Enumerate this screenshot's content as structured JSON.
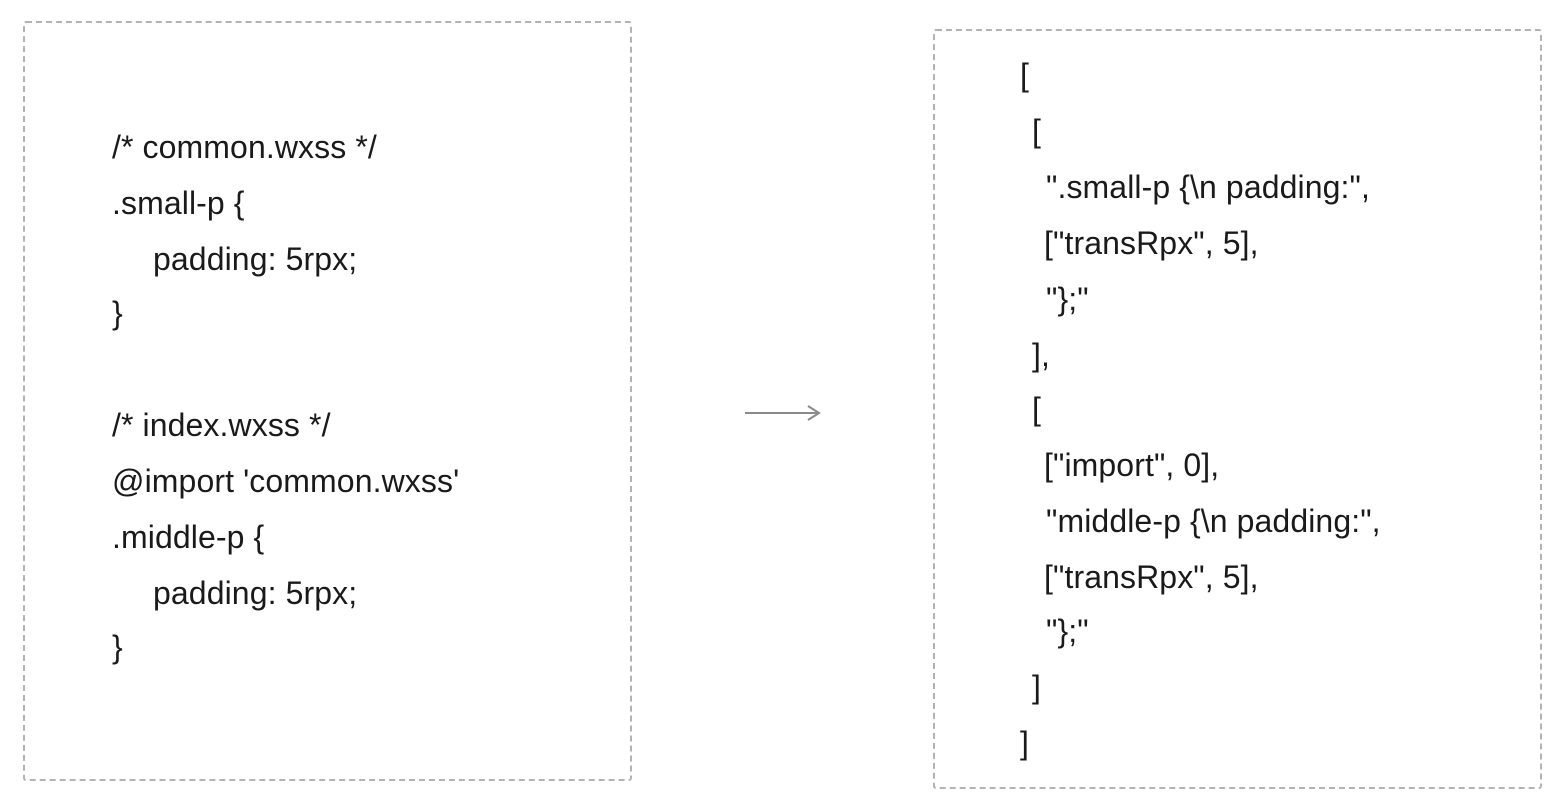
{
  "left_panel": {
    "lines": [
      "/* common.wxss */",
      ".small-p {",
      "padding: 5rpx;",
      "}",
      "/* index.wxss */",
      "@import 'common.wxss'",
      ".middle-p {",
      "padding: 5rpx;",
      "}"
    ]
  },
  "right_panel": {
    "lines": [
      "[",
      "[",
      "\".small-p {\\n padding:\",",
      "[\"transRpx\", 5],",
      "\"};\"",
      "],",
      "[",
      "[\"import\", 0],",
      "\"middle-p {\\n padding:\",",
      "[\"transRpx\", 5],",
      "\"};\"",
      "]",
      "]"
    ]
  },
  "arrow_icon": "right-arrow-icon"
}
